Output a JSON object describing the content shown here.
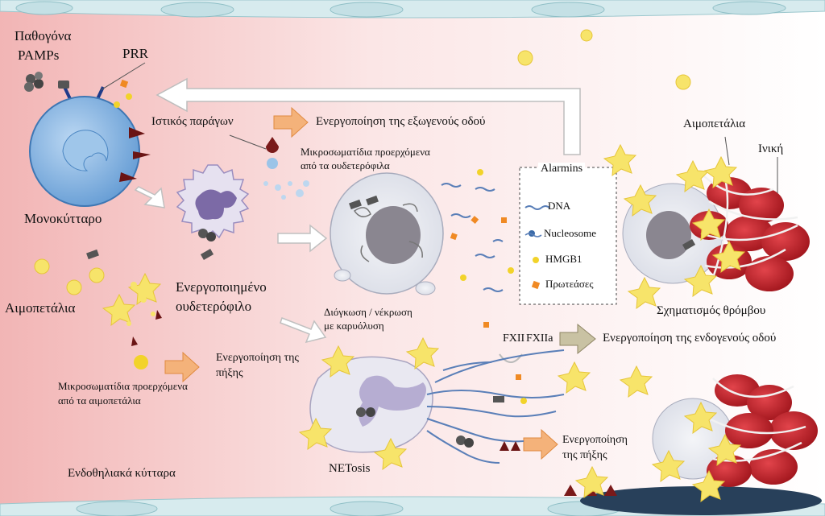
{
  "labels": {
    "pathogens_line1": "Παθογόνα",
    "pathogens_line2": "PAMPs",
    "prr": "PRR",
    "tissue_factor": "Ιστικός παράγων",
    "extrinsic_activation": "Ενεργοποίηση της εξωγενούς οδού",
    "neutrophil_mp_line1": "Μικροσωματίδια προερχόμενα",
    "neutrophil_mp_line2": "από τα ουδετερόφιλα",
    "monocyte": "Μονοκύτταρο",
    "activated_neutrophil_line1": "Ενεργοποιημένο",
    "activated_neutrophil_line2": "ουδετερόφιλο",
    "platelets_left": "Αιμοπετάλια",
    "swelling_line1": "Διόγκωση / νέκρωση",
    "swelling_line2": "με καρυόλυση",
    "platelet_mp_line1": "Μικροσωματίδια προερχόμενα",
    "platelet_mp_line2": "από τα αιμοπετάλια",
    "coag_left_line1": "Ενεργοποίηση της",
    "coag_left_line2": "πήξης",
    "netosis": "NETosis",
    "endothelial": "Ενδοθηλιακά κύτταρα",
    "fxii": "FXII",
    "fxiia": "FXIIa",
    "intrinsic_activation": "Ενεργοποίηση της ενδογενούς οδού",
    "coag_right_line1": "Ενεργοποίηση",
    "coag_right_line2": "της πήξης",
    "platelets_right": "Αιμοπετάλια",
    "fibrin": "Ινική",
    "thrombus": "Σχηματισμός θρόμβου"
  },
  "alarmins": {
    "title": "Alarmins",
    "items": [
      "DNA",
      "Nucleosome",
      "HMGB1",
      "Πρωτεάσες"
    ]
  },
  "colors": {
    "vessel_wall_left": "#f2b9b9",
    "monocyte": "#6ea7dc",
    "neutrophil": "#a99ac9",
    "platelet": "#f7e46a",
    "red_cell": "#c8202a",
    "arrow_orange": "#f4b27a",
    "arrow_olive": "#c9c2a3"
  }
}
